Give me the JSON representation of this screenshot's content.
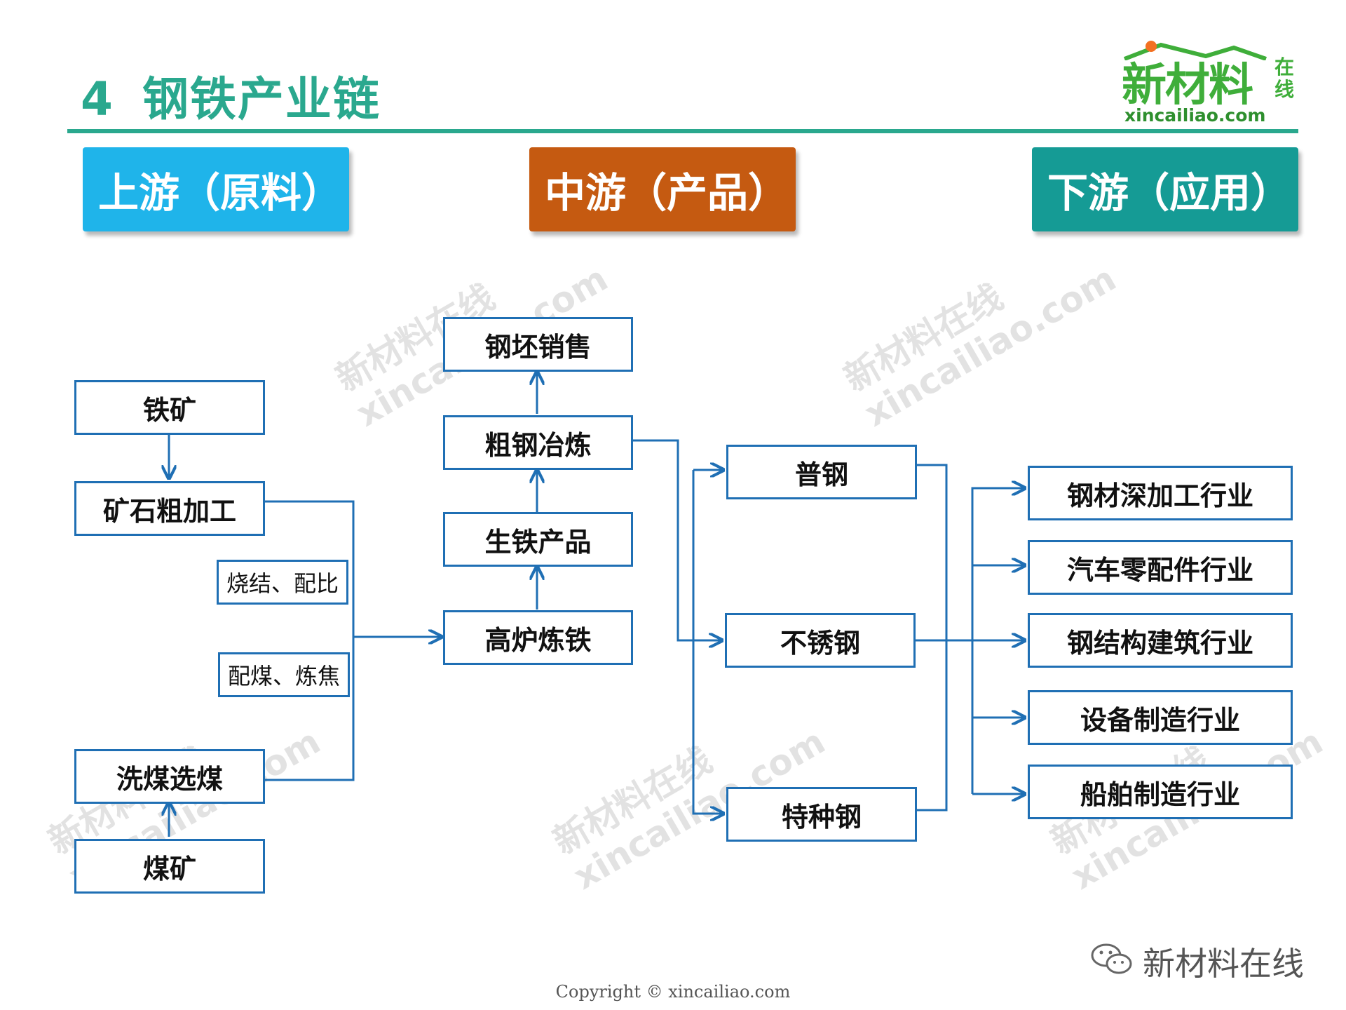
{
  "slide": {
    "number": "4",
    "title": "钢铁产业链"
  },
  "logo": {
    "main_text": "新材料",
    "side_text": "在线",
    "url": "xincailiao.com"
  },
  "headers": {
    "upstream": "上游（原料）",
    "midstream": "中游（产品）",
    "downstream": "下游（应用）"
  },
  "upstream": {
    "iron_ore": "铁矿",
    "ore_processing": "矿石粗加工",
    "sinter": "烧结、配比",
    "coking": "配煤、炼焦",
    "coal_washing": "洗煤选煤",
    "coal_mine": "煤矿"
  },
  "midstream": {
    "billet_sales": "钢坯销售",
    "crude_steel": "粗钢冶炼",
    "pig_iron": "生铁产品",
    "blast_furnace": "高炉炼铁"
  },
  "products": {
    "common_steel": "普钢",
    "stainless_steel": "不锈钢",
    "special_steel": "特种钢"
  },
  "downstream": {
    "items": [
      "钢材深加工行业",
      "汽车零配件行业",
      "钢结构建筑行业",
      "设备制造行业",
      "船舶制造行业"
    ]
  },
  "colors": {
    "title_green": "#2aa88e",
    "upstream_blue": "#1fb4ea",
    "midstream_orange": "#c55a11",
    "downstream_teal": "#159b95",
    "box_border": "#1f6fb4"
  },
  "watermark": {
    "line1": "新材料在线",
    "line2": "xincailiao.com"
  },
  "footer": {
    "wechat_label": "新材料在线",
    "copyright": "Copyright © xincailiao.com"
  }
}
